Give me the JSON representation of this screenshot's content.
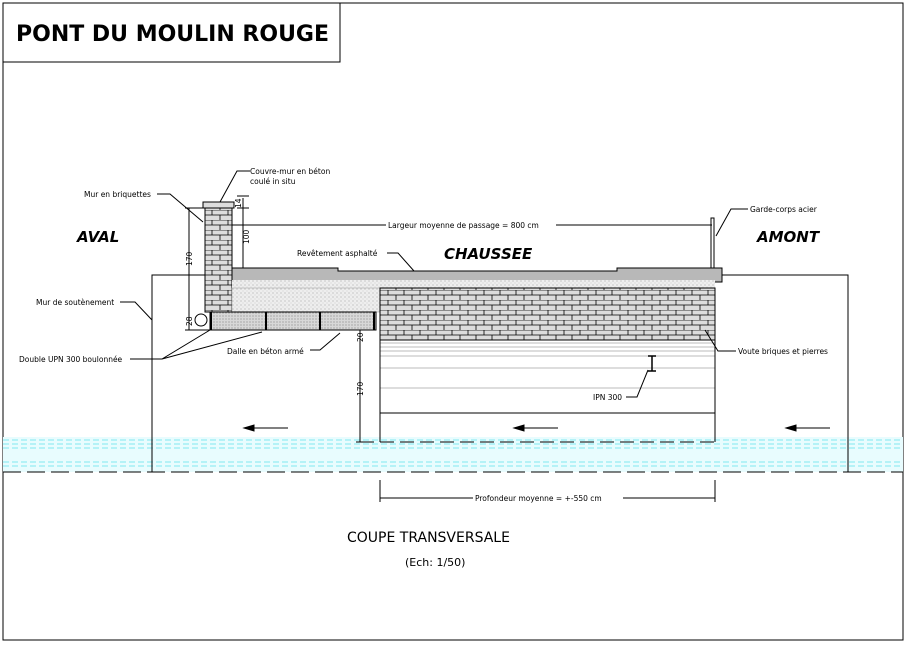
{
  "title": "PONT DU MOULIN ROUGE",
  "zones": {
    "aval": "AVAL",
    "chaussee": "CHAUSSEE",
    "amont": "AMONT"
  },
  "labels": {
    "couvre_mur_1": "Couvre-mur en béton",
    "couvre_mur_2": "coulé in situ",
    "mur_briquettes": "Mur en briquettes",
    "largeur": "Largeur moyenne de passage = 800 cm",
    "revetement": "Revêtement asphalté",
    "garde_corps": "Garde-corps acier",
    "mur_soutenement": "Mur de soutènement",
    "double_upn": "Double UPN 300 boulonnée",
    "dalle": "Dalle en béton armé",
    "voute": "Voute briques et pierres",
    "ipn": "IPN 300",
    "profondeur": "Profondeur moyenne = +-550 cm"
  },
  "dimensions": {
    "d14": "14",
    "d100": "100",
    "d170_wall": "170",
    "d28": "28",
    "d20": "20",
    "d170_channel": "170"
  },
  "caption": {
    "title": "COUPE TRANSVERSALE",
    "scale": "(Ech: 1/50)"
  },
  "colors": {
    "water": "#7fe8f0",
    "brick": "#dcdcdc",
    "asphalt": "#b8b8b8"
  }
}
